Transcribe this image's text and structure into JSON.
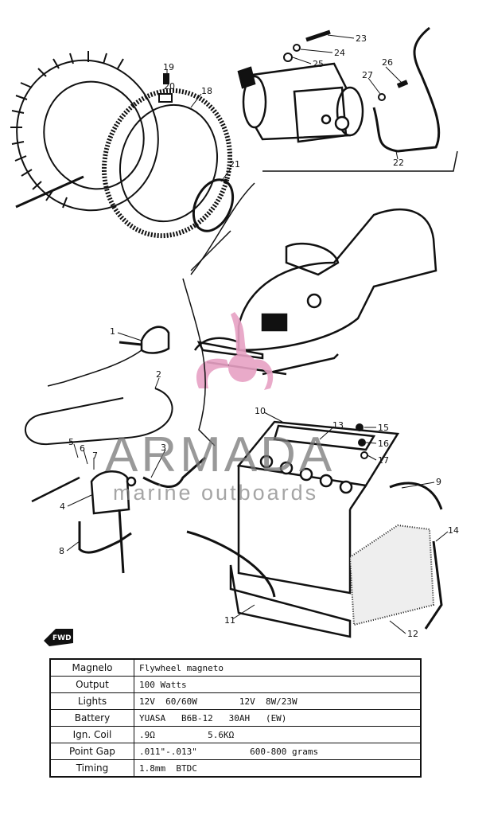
{
  "watermark": {
    "title": "ARMADA",
    "subtitle": "marine outboards",
    "logo_color": "#e7a1c4"
  },
  "forward_arrow_label": "FWD",
  "callouts": [
    "1",
    "2",
    "3",
    "4",
    "5",
    "6",
    "7",
    "8",
    "9",
    "10",
    "11",
    "12",
    "13",
    "14",
    "15",
    "16",
    "17",
    "18",
    "19",
    "20",
    "21",
    "22",
    "23",
    "24",
    "25",
    "26",
    "27"
  ],
  "spec_table": [
    {
      "label": "Magnelo",
      "value": "Flywheel magneto"
    },
    {
      "label": "Output",
      "value": "100 Watts"
    },
    {
      "label": "Lights",
      "value": "12V  60/60W        12V  8W/23W"
    },
    {
      "label": "Battery",
      "value": "YUASA   B6B-12   30AH   (EW)"
    },
    {
      "label": "Ign. Coil",
      "value": ".9Ω          5.6KΩ"
    },
    {
      "label": "Point Gap",
      "value": ".011\"-.013\"          600-800 grams"
    },
    {
      "label": "Timing",
      "value": "1.8mm  BTDC"
    }
  ]
}
